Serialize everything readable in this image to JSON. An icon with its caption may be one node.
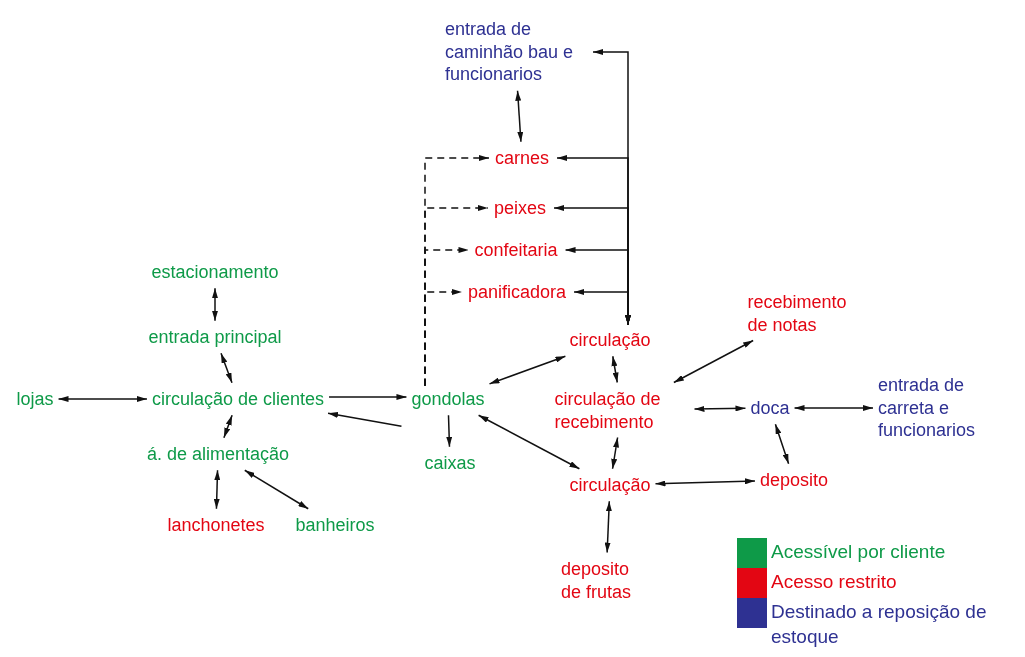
{
  "diagram": {
    "nodes": [
      {
        "text": [
          "estacionamento"
        ]
      },
      {
        "text": [
          "entrada principal"
        ]
      },
      {
        "text": [
          "circulação de clientes"
        ]
      },
      {
        "text": [
          "lojas"
        ]
      },
      {
        "text": [
          "á. de alimentação"
        ]
      },
      {
        "text": [
          "lanchonetes"
        ]
      },
      {
        "text": [
          "banheiros"
        ]
      },
      {
        "text": [
          "gondolas"
        ]
      },
      {
        "text": [
          "caixas"
        ]
      },
      {
        "text": [
          "entrada de caminhão bau e funcionarios"
        ]
      },
      {
        "text": [
          "carnes"
        ]
      },
      {
        "text": [
          "peixes"
        ]
      },
      {
        "text": [
          "confeitaria"
        ]
      },
      {
        "text": [
          "panificadora"
        ]
      },
      {
        "text": [
          "circulação"
        ]
      },
      {
        "text": [
          "circulação de recebimento"
        ]
      },
      {
        "text": [
          "circulação"
        ]
      },
      {
        "text": [
          "deposito de frutas"
        ]
      },
      {
        "text": [
          "recebimento de notas"
        ]
      },
      {
        "text": [
          "doca"
        ]
      },
      {
        "text": [
          "entrada de carreta e funcionarios"
        ]
      },
      {
        "text": [
          "deposito"
        ]
      }
    ],
    "edges": [
      {
        "from": 0,
        "to": 1,
        "arrow": "both"
      },
      {
        "from": 1,
        "to": 2,
        "arrow": "both"
      },
      {
        "from": 3,
        "to": 2,
        "arrow": "both"
      },
      {
        "from": 2,
        "to": 4,
        "arrow": "both"
      },
      {
        "from": 4,
        "to": 5,
        "arrow": "both"
      },
      {
        "from": 4,
        "to": 6,
        "arrow": "both"
      },
      {
        "from": 2,
        "to": 7,
        "arrow": "to"
      },
      {
        "from": 7,
        "to": 2,
        "arrow": "to"
      },
      {
        "from": 7,
        "to": 8,
        "arrow": "to"
      },
      {
        "from": 9,
        "to": 10,
        "arrow": "both"
      },
      {
        "from": 7,
        "to": 10,
        "arrow": "to",
        "style": "dashed"
      },
      {
        "from": 7,
        "to": 11,
        "arrow": "to",
        "style": "dashed"
      },
      {
        "from": 7,
        "to": 12,
        "arrow": "to",
        "style": "dashed"
      },
      {
        "from": 7,
        "to": 13,
        "arrow": "to",
        "style": "dashed"
      },
      {
        "from": 14,
        "to": 9,
        "arrow": "both"
      },
      {
        "from": 14,
        "to": 10,
        "arrow": "both"
      },
      {
        "from": 14,
        "to": 11,
        "arrow": "both"
      },
      {
        "from": 14,
        "to": 12,
        "arrow": "both"
      },
      {
        "from": 14,
        "to": 13,
        "arrow": "both"
      },
      {
        "from": 7,
        "to": 14,
        "arrow": "both"
      },
      {
        "from": 14,
        "to": 15,
        "arrow": "both"
      },
      {
        "from": 7,
        "to": 16,
        "arrow": "both"
      },
      {
        "from": 15,
        "to": 16,
        "arrow": "both"
      },
      {
        "from": 16,
        "to": 17,
        "arrow": "both"
      },
      {
        "from": 15,
        "to": 18,
        "arrow": "both"
      },
      {
        "from": 15,
        "to": 19,
        "arrow": "both"
      },
      {
        "from": 16,
        "to": 21,
        "arrow": "both"
      },
      {
        "from": 19,
        "to": 21,
        "arrow": "both"
      },
      {
        "from": 19,
        "to": 20,
        "arrow": "both"
      }
    ],
    "legend": [
      {
        "text": "Acessível por cliente",
        "color": "#0e9a48"
      },
      {
        "text": "Acesso restrito",
        "color": "#e30613"
      },
      {
        "text": "Destinado a reposição de estoque",
        "color": "#2e3192"
      }
    ]
  }
}
